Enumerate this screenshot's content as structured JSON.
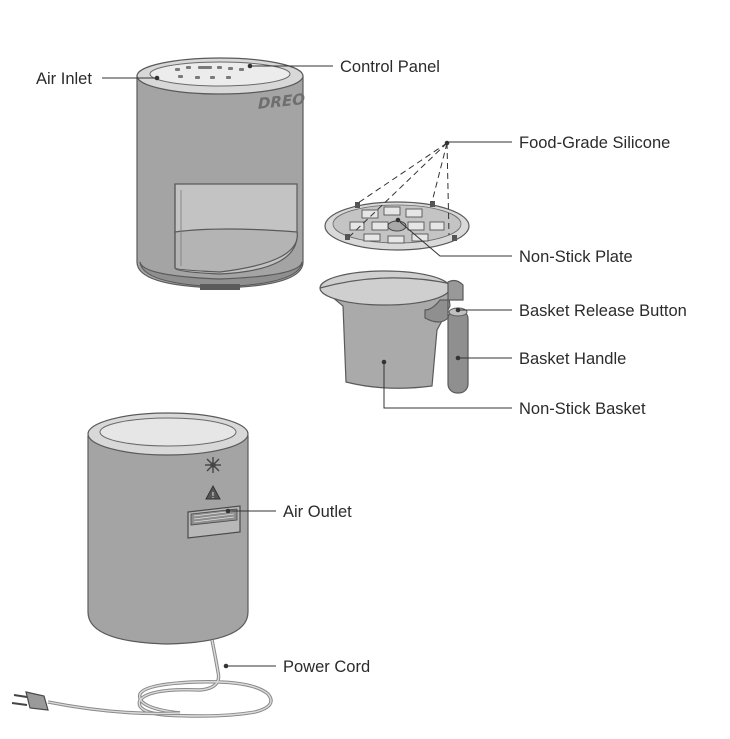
{
  "brand_mark": "DREO",
  "callouts": {
    "air_inlet": "Air Inlet",
    "control_panel": "Control Panel",
    "food_grade_silicone": "Food-Grade Silicone",
    "non_stick_plate": "Non-Stick Plate",
    "basket_release_button": "Basket Release Button",
    "basket_handle": "Basket Handle",
    "non_stick_basket": "Non-Stick Basket",
    "air_outlet": "Air Outlet",
    "power_cord": "Power Cord"
  },
  "icons": [
    "fan-icon",
    "warning-triangle-icon",
    "plug-icon"
  ]
}
